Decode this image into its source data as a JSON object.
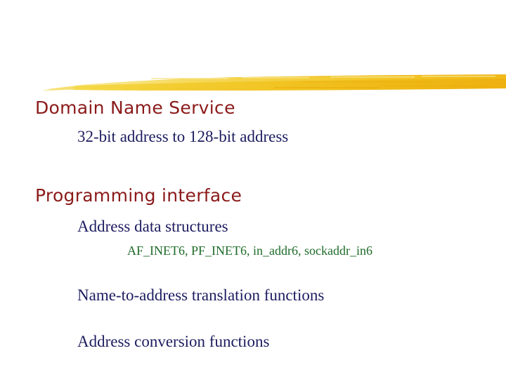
{
  "slide": {
    "background_color": "#FFFFFF",
    "decoration": {
      "name": "yellow-brush-stroke",
      "colors": {
        "light": "#F5DC55",
        "mid": "#F2C524",
        "dark": "#EDB111"
      }
    },
    "palette": {
      "heading_red": "#8B1A1A",
      "body_navy": "#1C1C60",
      "code_green": "#1E6B28",
      "accent_yellow": "#EDB111"
    },
    "blocks": [
      {
        "level": 1,
        "name": "domain-name-service",
        "text": "Domain Name Service",
        "color": "#8B1A1A"
      },
      {
        "level": 2,
        "name": "address-conversion-note",
        "text": "32-bit address to 128-bit address",
        "color": "#1C1C60"
      },
      {
        "level": 1,
        "name": "programming-interface",
        "text": "Programming interface",
        "color": "#8B1A1A"
      },
      {
        "level": 2,
        "name": "address-data-structures",
        "text": "Address data structures",
        "color": "#1C1C60"
      },
      {
        "level": 3,
        "name": "inet6-identifiers",
        "text": "AF_INET6,  PF_INET6, in_addr6, sockaddr_in6",
        "color": "#1E6B28"
      },
      {
        "level": 2,
        "name": "name-to-address-translation-functions",
        "text": "Name-to-address translation functions",
        "color": "#1C1C60"
      },
      {
        "level": 2,
        "name": "address-conversion-functions",
        "text": "Address conversion functions",
        "color": "#1C1C60"
      }
    ]
  }
}
